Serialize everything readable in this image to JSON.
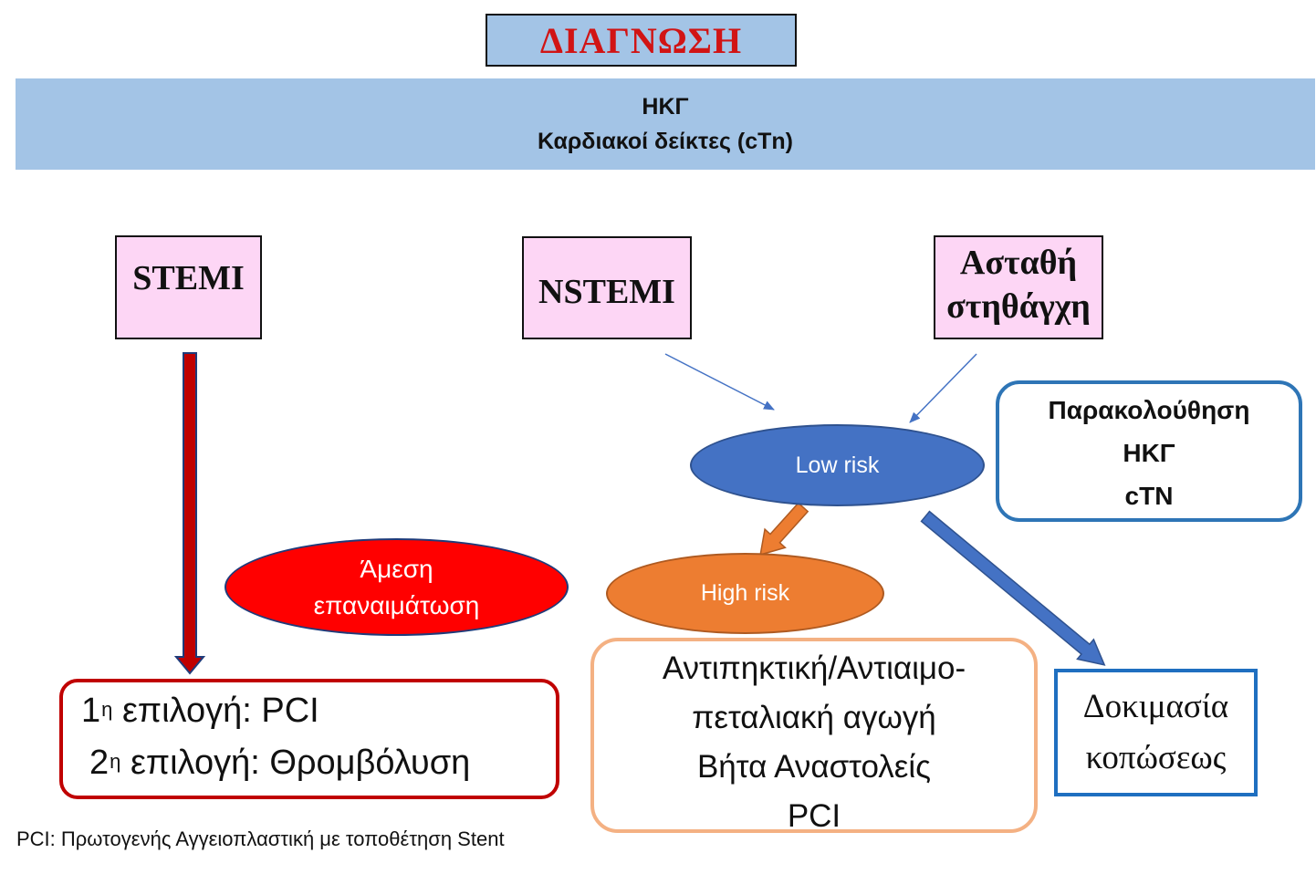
{
  "title": "ΔΙΑΓΝΩΣΗ",
  "banner": {
    "line1": "ΗΚΓ",
    "line2": "Καρδιακοί δείκτες (cTn)"
  },
  "categories": {
    "stemi": "STEMI",
    "nstemi": "NSTEMI",
    "unstable_line1": "Ασταθή",
    "unstable_line2": "στηθάγχη"
  },
  "risk": {
    "low": "Low risk",
    "high": "High risk"
  },
  "immediate": {
    "line1": "Άμεση",
    "line2": "επαναιμάτωση"
  },
  "monitoring": {
    "line1": "Παρακολούθηση",
    "line2": "ΗΚΓ",
    "line3": "cTN"
  },
  "choices": {
    "first_num": "1",
    "first_sup": "η",
    "first_text": " επιλογή: PCI",
    "second_num": "2",
    "second_sup": "η",
    "second_text": " επιλογή: Θρομβόλυση"
  },
  "therapy": {
    "line1": "Αντιπηκτική/Αντιαιμο-",
    "line2": "πεταλιακή αγωγή",
    "line3": "Βήτα Αναστολείς",
    "line4": "PCI"
  },
  "exercise": {
    "line1": "Δοκιμασία",
    "line2": "κοπώσεως"
  },
  "footnote": "PCI: Πρωτογενής Αγγειοπλαστική με τοποθέτηση Stent",
  "colors": {
    "banner": "#a3c4e6",
    "title_text": "#d11414",
    "pink_box": "#fdd6f5",
    "low_risk": "#4472c4",
    "high_risk": "#ed7d31",
    "immediate": "#ff0000",
    "stemi_arrow": "#c00000",
    "monitor_border": "#2e75b6",
    "choice_border": "#c00000",
    "therapy_border": "#f4b183"
  }
}
